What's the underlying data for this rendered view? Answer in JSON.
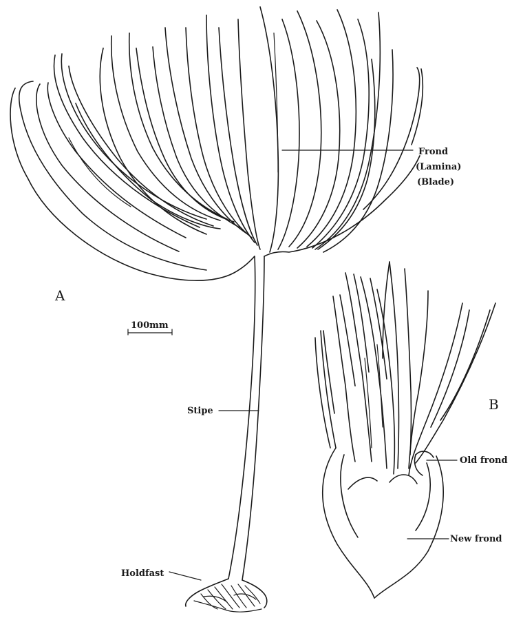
{
  "panel_a": {
    "letter": "A",
    "scale_bar": "100mm"
  },
  "panel_b": {
    "letter": "B"
  },
  "labels": {
    "frond": "Frond",
    "lamina": "(Lamina)",
    "blade": "(Blade)",
    "stipe": "Stipe",
    "holdfast": "Holdfast",
    "old_frond": "Old frond",
    "new_frond": "New frond"
  }
}
